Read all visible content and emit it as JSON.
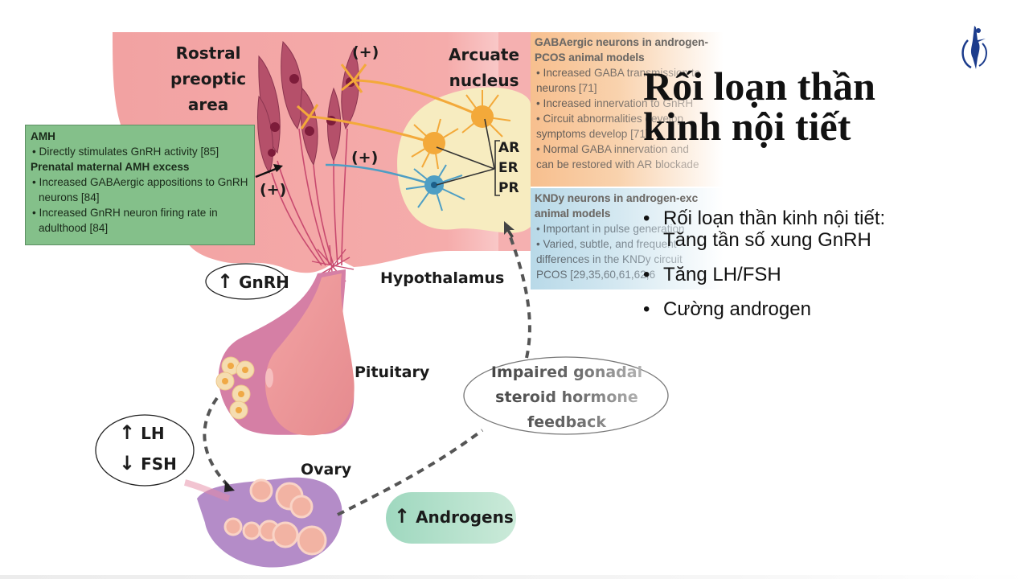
{
  "slide": {
    "title_line1": "Rối loạn thần",
    "title_line2": "kinh nội tiết",
    "bullets": [
      {
        "line1": "Rối loạn thần kinh nội tiết:",
        "line2": "Tăng tần số xung GnRH"
      },
      {
        "line1": "Tăng LH/FSH"
      },
      {
        "line1": "Cường androgen"
      }
    ],
    "bullet_glyph": "•",
    "logo_icon": "dancer-logo-icon"
  },
  "diagram": {
    "labels": {
      "rostral": [
        "Rostral",
        "preoptic",
        "area"
      ],
      "arcuate": [
        "Arcuate",
        "nucleus"
      ],
      "hypothalamus": "Hypothalamus",
      "pituitary": "Pituitary",
      "ovary": "Ovary",
      "plus": "(+)",
      "receptors": [
        "AR",
        "ER",
        "PR"
      ]
    },
    "ellipses": {
      "gnrh": {
        "arrow": "↑",
        "text": "GnRH"
      },
      "lh": {
        "arrow": "↑",
        "text": "LH"
      },
      "fsh": {
        "arrow": "↓",
        "text": "FSH"
      },
      "androgens": {
        "arrow": "↑",
        "text": "Androgens"
      },
      "impaired": [
        "Impaired gonadal",
        "steroid hormone",
        "feedback"
      ]
    },
    "amh_box": {
      "heading1": "AMH",
      "bullet1": "• Directly stimulates GnRH activity [85]",
      "heading2": "Prenatal maternal AMH excess",
      "bullet2": "• Increased GABAergic appositions to GnRH neurons [84]",
      "bullet3": "• Increased GnRH neuron firing rate in adulthood [84]"
    },
    "gaba_box": {
      "heading": "GABAergic neurons in androgen-",
      "heading2": "PCOS animal models",
      "items": [
        "• Increased GABA transmission to",
        "  neurons [71]",
        "• Increased innervation to GnRH",
        "• Circuit abnormalities develop",
        "  symptoms develop [71]",
        "• Normal GABA innervation and",
        "  can be restored with AR blockade"
      ]
    },
    "kndy_box": {
      "heading": "KNDy neurons in androgen-exc",
      "heading2": "animal models",
      "items": [
        "• Important in pulse generation",
        "• Varied, subtle, and frequent",
        "  differences in the KNDy circuit",
        "  PCOS [29,35,60,61,62,6"
      ]
    },
    "colors": {
      "hypothalamus": "#f4a3a3",
      "arcuate": "#f7ecc0",
      "gnrh_neuron": "#b5506a",
      "orange_neuron": "#f3a93a",
      "blue_neuron": "#4e9ec4",
      "amh_box": "#84c08a",
      "androgens_pill": "#a9dcc5",
      "ovary": "#b48cc8",
      "logo": "#1c3c8c"
    }
  }
}
